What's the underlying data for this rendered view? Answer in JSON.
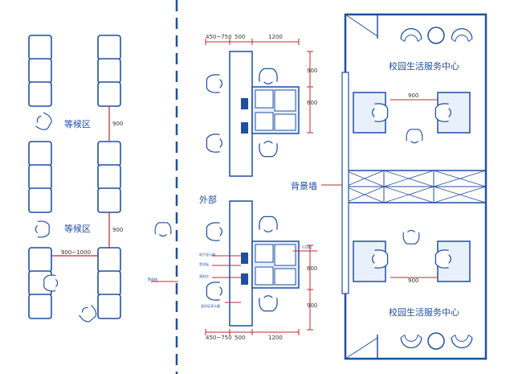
{
  "labels": {
    "waiting_area_1": "等候区",
    "waiting_area_2": "等候区",
    "outside": "外部",
    "background_wall": "背景墙",
    "service_center_top": "校园生活服务中心",
    "service_center_bottom": "校园生活服务中心",
    "exit_sign": "警戒线"
  },
  "dimensions": {
    "seat_gap_1": "900",
    "seat_gap_2": "900",
    "seat_gap_3": "900~1000",
    "top_desk_a": "450~750",
    "top_desk_b": "500",
    "top_desk_c": "1200",
    "top_v_1": "900",
    "top_v_2": "600",
    "bot_v_1": "600",
    "bot_v_2": "900",
    "bot_desk_a": "450~750",
    "bot_desk_b": "500",
    "bot_desk_c": "1200",
    "room_gap_top": "900",
    "room_gap_bottom": "900"
  },
  "equipment_labels": {
    "e1": "电子显示器",
    "e2": "签名板",
    "e3": "高拍仪",
    "e4": "身份证读卡器",
    "e5": "打印机"
  },
  "colors": {
    "line_blue": "#1f4fa0",
    "fill_light": "#e8f0fb",
    "dim_red": "#c0272d"
  }
}
